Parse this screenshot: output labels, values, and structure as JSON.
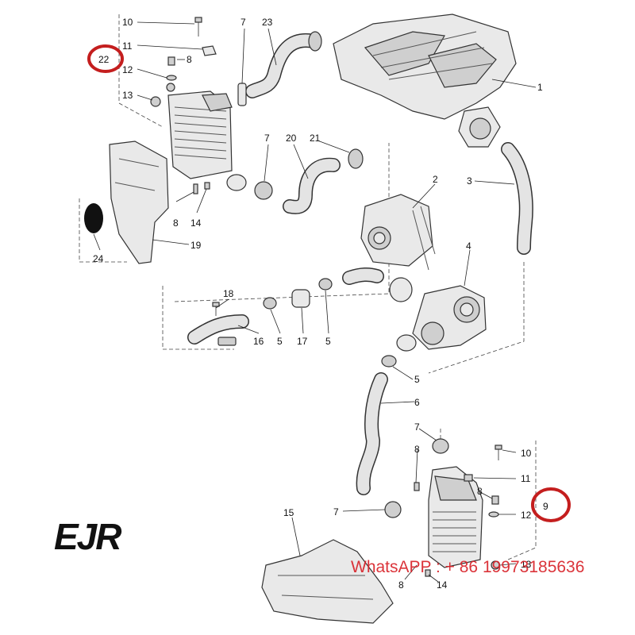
{
  "logo": {
    "text": "EJR"
  },
  "watermark": {
    "text": "WhatsAPP : + 86 19973185636"
  },
  "highlighted_callouts": [
    {
      "id": "22",
      "label": "22"
    },
    {
      "id": "9",
      "label": "9"
    }
  ],
  "callouts": {
    "c1": "1",
    "c2": "2",
    "c3": "3",
    "c4": "4",
    "c5a": "5",
    "c5b": "5",
    "c5c": "5",
    "c6": "6",
    "c7a": "7",
    "c7b": "7",
    "c7c": "7",
    "c7d": "7",
    "c8a": "8",
    "c8b": "8",
    "c8c": "8",
    "c8d": "8",
    "c10a": "10",
    "c10b": "10",
    "c11a": "11",
    "c11b": "11",
    "c12a": "12",
    "c12b": "12",
    "c13a": "13",
    "c13b": "13",
    "c14a": "14",
    "c14b": "14",
    "c15": "15",
    "c16": "16",
    "c17": "17",
    "c18": "18",
    "c19": "19",
    "c20": "20",
    "c21": "21",
    "c23": "23",
    "c24": "24"
  },
  "colors": {
    "highlight": "#c41e1e",
    "watermark": "#d8232a",
    "line": "#222222"
  }
}
